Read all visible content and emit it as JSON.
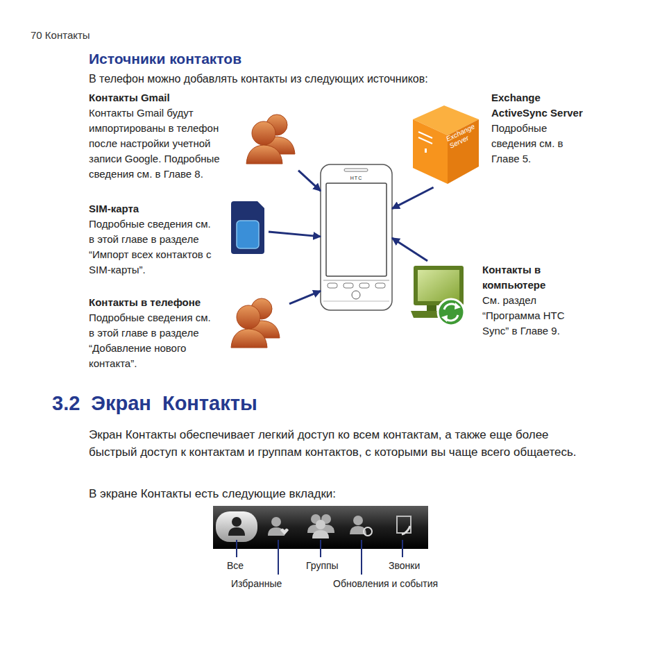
{
  "diagram": {
    "title": "Источники контактов",
    "nodes": [
      {
        "text": [
          "Контакты Gmail",
          "Контакты Gmail будут импортированы в телефон после настройки учетной записи Google. Подробные сведения см. в Главе 8."
        ]
      },
      {
        "text": [
          "SIM-карта",
          "Подробные сведения см. в этой главе в разделе “Импорт всех контактов с SIM-карты”."
        ]
      },
      {
        "text": [
          "Контакты в телефоне",
          "Подробные сведения см. в этой главе в разделе “Добавление нового контакта”."
        ]
      },
      {
        "text": [
          "HTC"
        ]
      },
      {
        "text": [
          "Exchange ActiveSync Server",
          "Подробные сведения см. в Главе 5."
        ]
      },
      {
        "text": [
          "Контакты в компьютере",
          "См. раздел “Программа HTC Sync” в Главе 9."
        ]
      }
    ],
    "edges": [
      {
        "from": 0,
        "to": 3,
        "arrow": "to"
      },
      {
        "from": 1,
        "to": 3,
        "arrow": "to"
      },
      {
        "from": 2,
        "to": 3,
        "arrow": "to"
      },
      {
        "from": 4,
        "to": 3,
        "arrow": "to"
      },
      {
        "from": 5,
        "to": 3,
        "arrow": "to"
      }
    ],
    "labels": [
      "70 Контакты",
      "В телефон можно добавлять контакты из следующих источников:",
      "Exchange Server",
      "3.2 Экран Контакты",
      "Экран Контакты обеспечивает легкий доступ ко всем контактам, а также еще более быстрый доступ к контактам и группам контактов, с которыми вы чаще всего общаетесь.",
      "В экране Контакты есть следующие вкладки:",
      "Все",
      "Избранные",
      "Группы",
      "Обновления и события",
      "Звонки"
    ]
  }
}
